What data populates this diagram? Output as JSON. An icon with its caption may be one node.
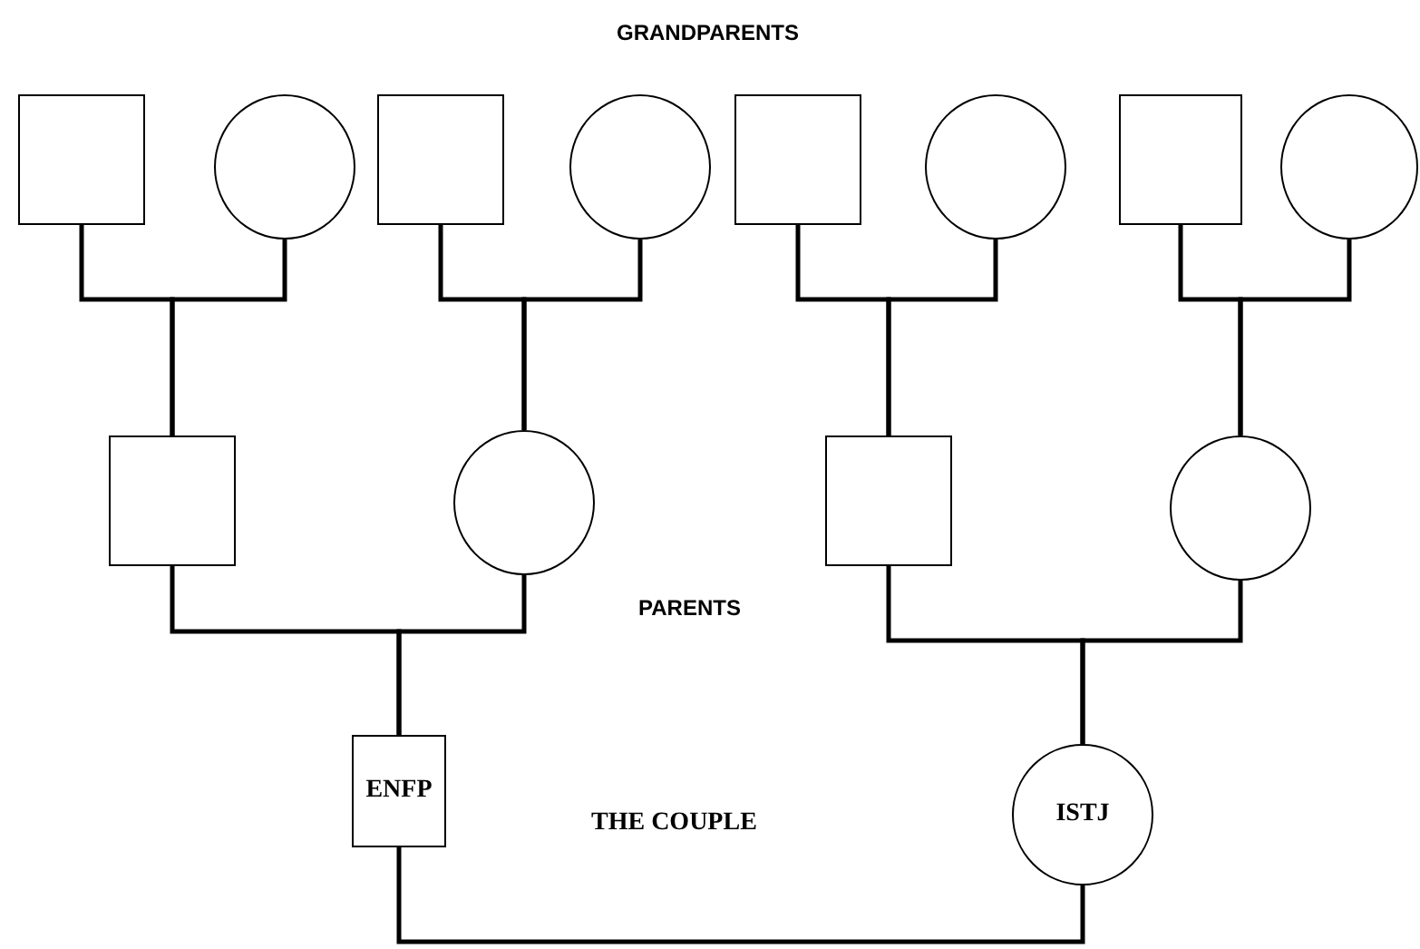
{
  "diagram": {
    "nodes": [
      {
        "text": [],
        "shape": "box"
      },
      {
        "text": [],
        "shape": "circle"
      },
      {
        "text": [],
        "shape": "box"
      },
      {
        "text": [],
        "shape": "circle"
      },
      {
        "text": [],
        "shape": "box"
      },
      {
        "text": [],
        "shape": "circle"
      },
      {
        "text": [],
        "shape": "box"
      },
      {
        "text": [],
        "shape": "circle"
      },
      {
        "text": [],
        "shape": "box"
      },
      {
        "text": [],
        "shape": "circle"
      },
      {
        "text": [],
        "shape": "box"
      },
      {
        "text": [],
        "shape": "circle"
      },
      {
        "text": [
          "ENFP"
        ]
      },
      {
        "text": [
          "ISTJ"
        ]
      }
    ],
    "edges": [
      {
        "from": 0,
        "to": 8,
        "arrow": "none"
      },
      {
        "from": 1,
        "to": 8,
        "arrow": "none"
      },
      {
        "from": 2,
        "to": 9,
        "arrow": "none"
      },
      {
        "from": 3,
        "to": 9,
        "arrow": "none"
      },
      {
        "from": 4,
        "to": 10,
        "arrow": "none"
      },
      {
        "from": 5,
        "to": 10,
        "arrow": "none"
      },
      {
        "from": 6,
        "to": 11,
        "arrow": "none"
      },
      {
        "from": 7,
        "to": 11,
        "arrow": "none"
      },
      {
        "from": 8,
        "to": 12,
        "arrow": "none"
      },
      {
        "from": 9,
        "to": 12,
        "arrow": "none"
      },
      {
        "from": 10,
        "to": 13,
        "arrow": "none"
      },
      {
        "from": 11,
        "to": 13,
        "arrow": "none"
      },
      {
        "from": 12,
        "to": 13,
        "arrow": "none"
      }
    ],
    "labels": [
      "GRANDPARENTS",
      "PARENTS",
      "THE COUPLE"
    ]
  }
}
